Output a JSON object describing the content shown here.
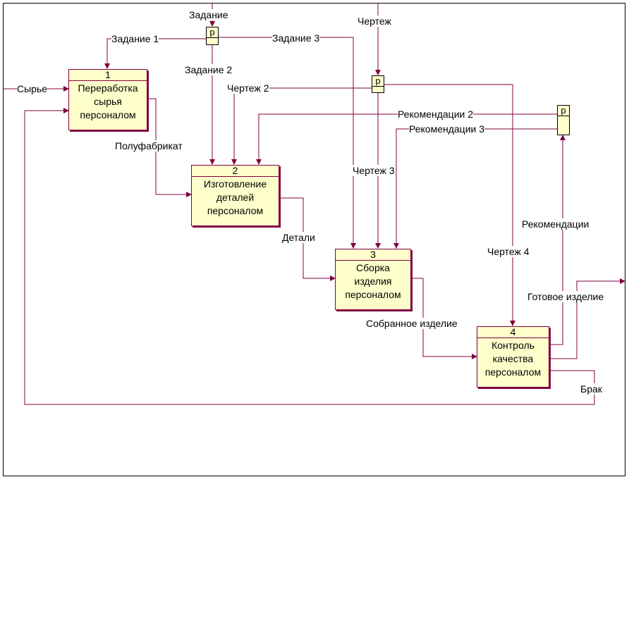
{
  "activities": [
    {
      "number": "1",
      "title_lines": [
        "Переработка",
        "сырья",
        "персоналом"
      ]
    },
    {
      "number": "2",
      "title_lines": [
        "Изготовление",
        "деталей",
        "персоналом"
      ]
    },
    {
      "number": "3",
      "title_lines": [
        "Сборка",
        "изделия",
        "персоналом"
      ]
    },
    {
      "number": "4",
      "title_lines": [
        "Контроль",
        "качества",
        "персоналом"
      ]
    }
  ],
  "tunnel_label": "p",
  "arrows": {
    "task": "Задание",
    "task1": "Задание 1",
    "task2": "Задание 2",
    "task3": "Задание 3",
    "drawing": "Чертеж",
    "drawing2": "Чертеж 2",
    "drawing3": "Чертеж 3",
    "drawing4": "Чертеж 4",
    "recommendations": "Рекомендации",
    "recommendations2": "Рекомендации 2",
    "recommendations3": "Рекомендации 3",
    "raw": "Сырье",
    "semi": "Полуфабрикат",
    "parts": "Детали",
    "assembled": "Собранное изделие",
    "finished": "Готовое изделие",
    "defect": "Брак"
  },
  "colors": {
    "line": "#800040",
    "box_fill": "#ffffcc",
    "frame": "#000000"
  }
}
